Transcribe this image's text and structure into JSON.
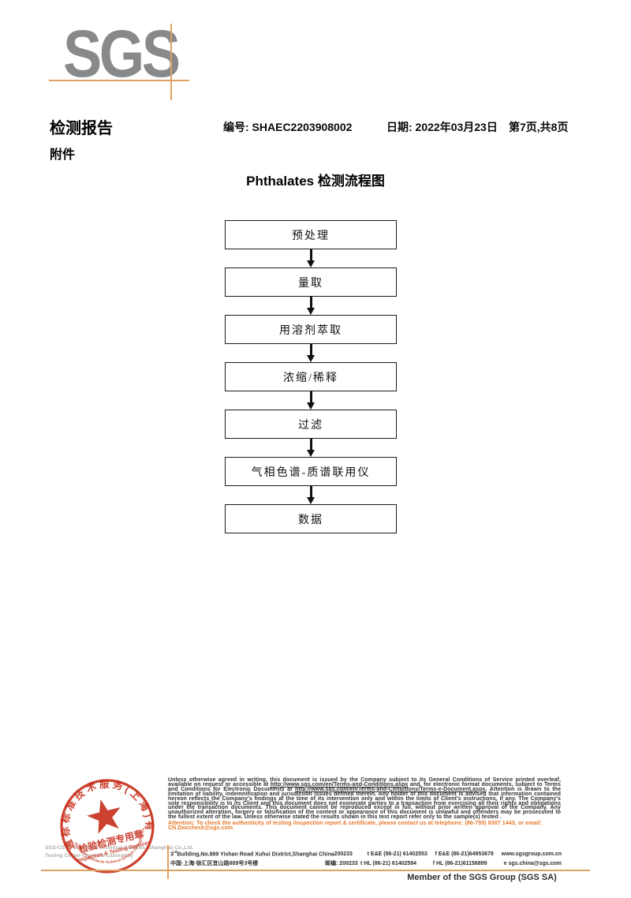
{
  "logo": {
    "text": "SGS"
  },
  "header": {
    "report_title": "检测报告",
    "report_no": "编号: SHAEC2203908002",
    "date": "日期: 2022年03月23日",
    "page_info": "第7页,共8页",
    "attachment": "附件"
  },
  "flowchart": {
    "title": "Phthalates 检测流程图",
    "steps": [
      "预处理",
      "量取",
      "用溶剂萃取",
      "浓缩/稀释",
      "过滤",
      "气相色谱-质谱联用仪",
      "数据"
    ]
  },
  "stamp": {
    "ring_text": "通标标准技术服务(上海)有限公司",
    "center_line1": "检验检测专用章",
    "center_line2": "Inspection & Testing Services",
    "bottom_arc_text": "SGS-CSTC Standards Technical Services (Shanghai) Co.,Ltd.",
    "company_en_line1": "SGS-CSTC Standards Technical Services (Shanghai) Co.,Ltd.",
    "company_en_line2": "Testing Center-Chemical Laboratory"
  },
  "footer": {
    "legal_segments": [
      {
        "text": "Unless otherwise agreed in writing, this document is issued by the Company subject to its General Conditions of Service printed overleaf, available on request or accessible at ",
        "underline": false
      },
      {
        "text": "http://www.sgs.com/en/Terms-and-Conditions.aspx",
        "underline": true
      },
      {
        "text": " and, for electronic format documents, subject to Terms and Conditions for Electronic Documents at ",
        "underline": false
      },
      {
        "text": "http://www.sgs.com/en/Terms-and-Conditions/Terms-e-Document.aspx",
        "underline": true
      },
      {
        "text": ". Attention is drawn to the limitation of liability, indemnification and jurisdiction issues defined therein. Any holder of this document is advised that information contained hereon reflects the Company's findings at the time of its intervention only and within the limits of Client's instructions, if any. The Company's sole responsibility is to its Client and this document does not exonerate parties to a transaction from exercising all their rights and obligations under the transaction documents. This document cannot be reproduced except in full, without prior written approval of the Company. Any unauthorized alteration, forgery or falsification of the content or appearance of this document is unlawful and offenders may be prosecuted to the fullest extent of the law. Unless otherwise stated the results shown in this test report refer only to the sample(s) tested .",
        "underline": false
      }
    ],
    "attention_line": "Attention: To check the authenticity of testing /inspection report & certificate, please contact us at telephone: (86-755) 8307 1443, or email: CN.Doccheck@sgs.com",
    "address": {
      "en_prefix": "3",
      "en_sup": "rd",
      "en_rest": "Building,No.889 Yishan Road Xuhui District,Shanghai China",
      "en_postcode": "200233",
      "tel_row1": "t E&E (86-21) 61402553",
      "fax_row1": "f E&E (86-21)64953679",
      "web": "www.sgsgroup.com.cn",
      "cn_line": "中国·上海·徐汇区宜山路889号3号楼",
      "cn_postcode": "邮编: 200233",
      "tel_row2": "t HL (86-21) 61402594",
      "fax_row2": "f HL (86-21)61156899",
      "email": "e  sgs.china@sgs.com"
    },
    "member_text": "Member of the SGS Group (SGS SA)"
  },
  "colors": {
    "brand_gray": "#87898b",
    "brand_tan": "#dfa264",
    "stamp_red": "#c8311e",
    "attention_orange": "#e8772a"
  }
}
